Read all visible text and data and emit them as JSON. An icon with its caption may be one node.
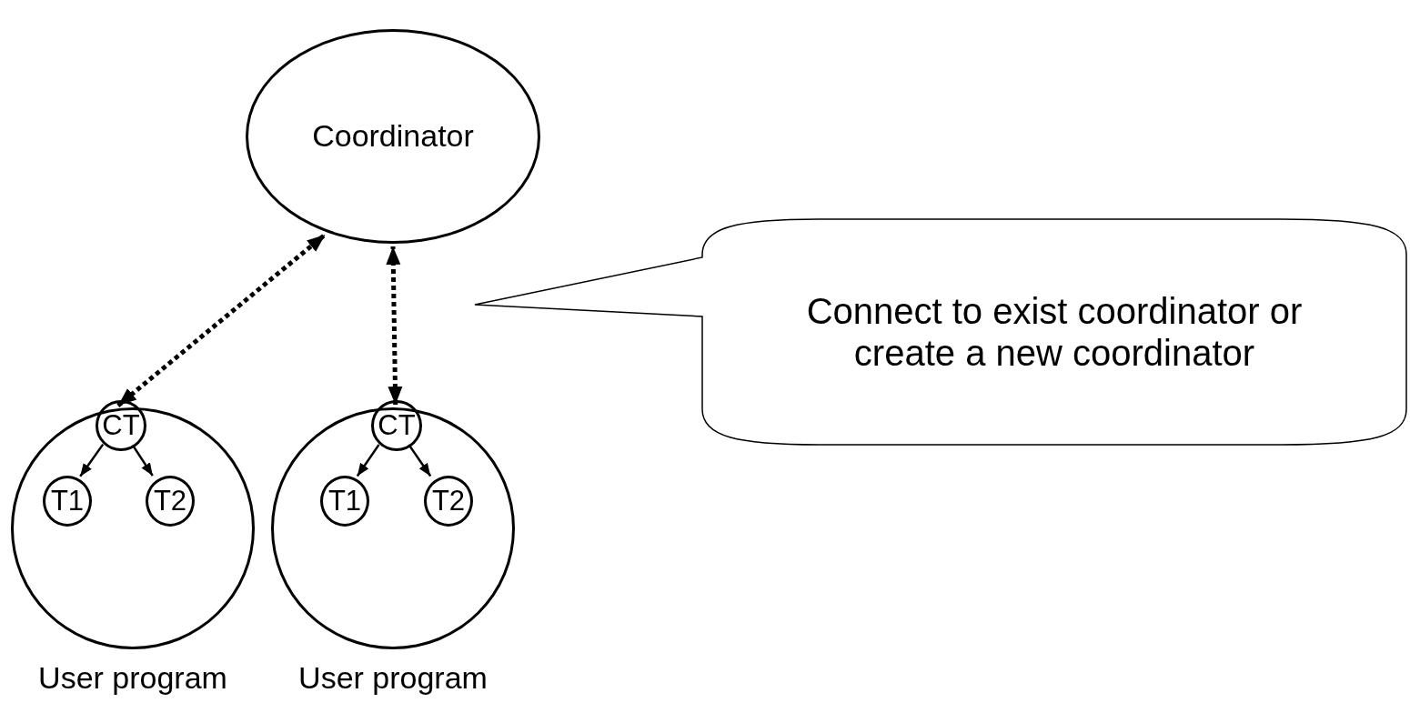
{
  "diagram": {
    "nodes": [
      {
        "text": [
          "Coordinator"
        ]
      },
      {
        "text": [],
        "shape": "circle",
        "beside": [
          "User program"
        ]
      },
      {
        "text": [
          "CT"
        ],
        "in": 1
      },
      {
        "text": [
          "T1"
        ],
        "in": 1
      },
      {
        "text": [
          "T2"
        ],
        "in": 1
      },
      {
        "text": [],
        "shape": "circle",
        "beside": [
          "User program"
        ]
      },
      {
        "text": [
          "CT"
        ],
        "in": 5
      },
      {
        "text": [
          "T1"
        ],
        "in": 5
      },
      {
        "text": [
          "T2"
        ],
        "in": 5
      },
      {
        "text": [
          "Connect to exist coordinator or create a new coordinator"
        ]
      }
    ],
    "edges": [
      {
        "from": 1,
        "to": 0,
        "arrow": "both",
        "style": "dashed"
      },
      {
        "from": 5,
        "to": 0,
        "arrow": "both",
        "style": "dashed"
      },
      {
        "from": 2,
        "to": 3,
        "arrow": "to"
      },
      {
        "from": 2,
        "to": 4,
        "arrow": "to"
      },
      {
        "from": 6,
        "to": 7,
        "arrow": "to"
      },
      {
        "from": 6,
        "to": 8,
        "arrow": "to"
      }
    ]
  }
}
